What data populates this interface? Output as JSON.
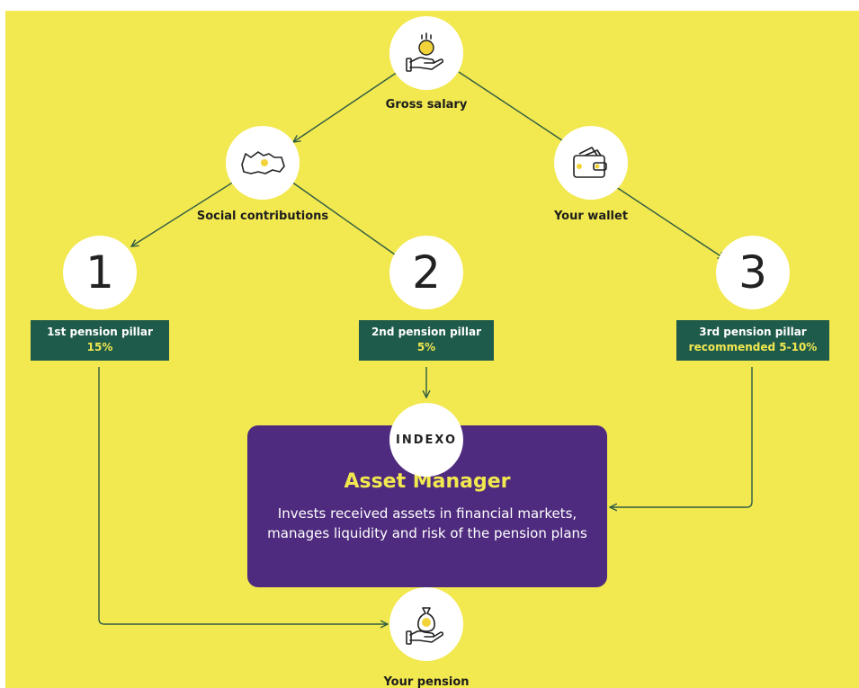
{
  "nodes": {
    "gross_salary": "Gross salary",
    "social_contributions": "Social contributions",
    "your_wallet": "Your wallet",
    "your_pension": "Your pension",
    "pillar_numbers": [
      "1",
      "2",
      "3"
    ]
  },
  "pillars": [
    {
      "title": "1st pension pillar",
      "rate": "15%"
    },
    {
      "title": "2nd pension pillar",
      "rate": "5%"
    },
    {
      "title": "3rd pension pillar",
      "rate": "recommended 5-10%"
    }
  ],
  "asset_manager": {
    "logo_text": "INDEXO",
    "title": "Asset Manager",
    "description": "Invests received assets in financial markets, manages liquidity and risk of the pension plans"
  },
  "colors": {
    "background": "#f2e84f",
    "pillar_box": "#1f5b4b",
    "manager_box": "#4e2b7e",
    "accent": "#f2e84f",
    "edge": "#2e5c44"
  },
  "icons": {
    "gross_salary": "coin-in-hand-icon",
    "social_contributions": "country-map-icon",
    "your_wallet": "wallet-icon",
    "your_pension": "money-bag-hand-icon"
  }
}
